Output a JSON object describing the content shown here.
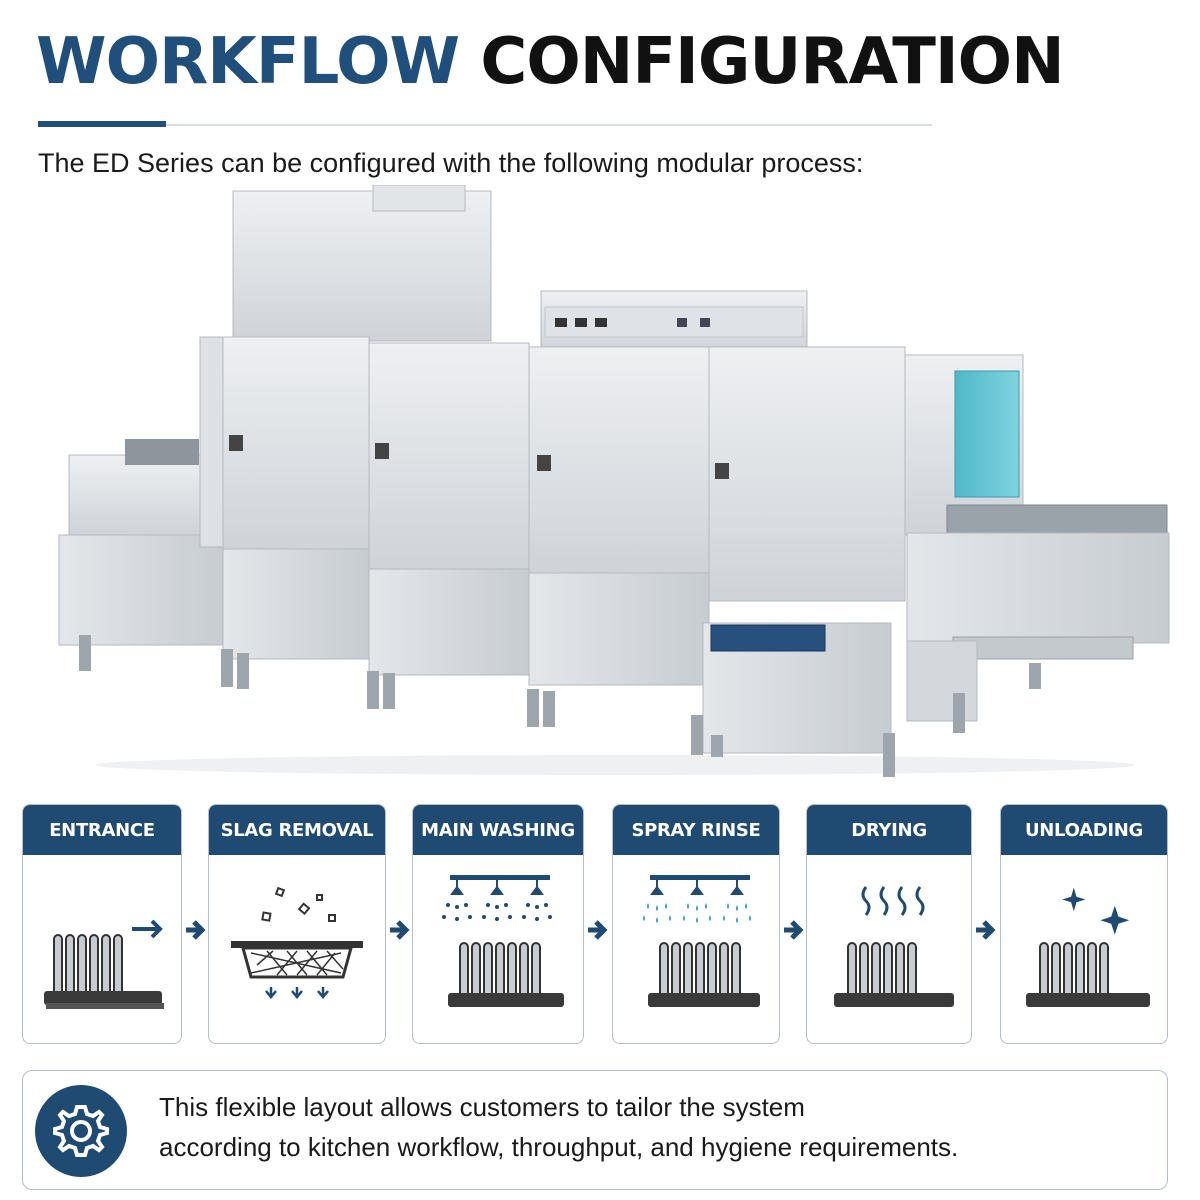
{
  "header": {
    "title_accent": "WORKFLOW",
    "title_rest": "CONFIGURATION",
    "subtitle": "The ED Series can be configured with the following modular process:"
  },
  "colors": {
    "brand_navy": "#1f4a72",
    "accent_blue": "#2e9bd6",
    "text_dark": "#1a1a1a"
  },
  "steps": [
    {
      "label": "ENTRANCE",
      "icon": "rack-entrance-icon"
    },
    {
      "label": "SLAG REMOVAL",
      "icon": "debris-strainer-icon"
    },
    {
      "label": "MAIN WASHING",
      "icon": "spray-wash-icon"
    },
    {
      "label": "SPRAY RINSE",
      "icon": "spray-rinse-icon"
    },
    {
      "label": "DRYING",
      "icon": "steam-dry-icon"
    },
    {
      "label": "UNLOADING",
      "icon": "sparkle-clean-icon"
    }
  ],
  "note": {
    "icon": "gear-icon",
    "line1": "This flexible layout allows customers to tailor the system",
    "line2": "according to kitchen workflow, throughput, and hygiene requirements."
  }
}
